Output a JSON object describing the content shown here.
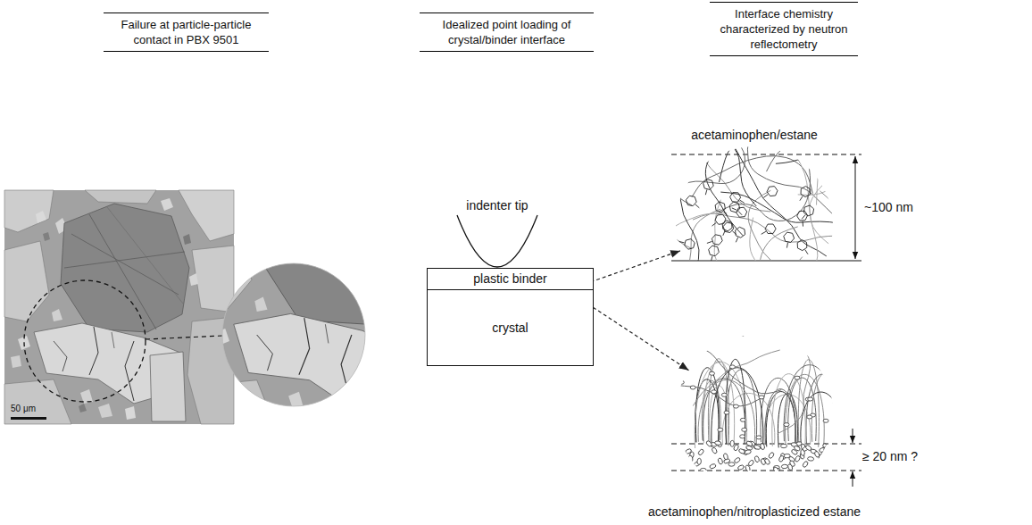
{
  "diagram": {
    "nodes": [
      {
        "text": [
          "indenter tip"
        ]
      },
      {
        "text": [
          "plastic binder"
        ]
      },
      {
        "text": [
          "crystal"
        ]
      },
      {
        "text": [
          "acetaminophen/estane"
        ]
      },
      {
        "text": [
          "acetaminophen/nitroplasticized estane"
        ]
      }
    ],
    "edges": [
      {
        "from": 1,
        "to": 3,
        "arrow": "to"
      },
      {
        "from": 1,
        "to": 4,
        "arrow": "to"
      }
    ],
    "labels": [
      "Failure at particle-particle contact in PBX 9501",
      "Idealized point loading of crystal/binder interface",
      "Interface chemistry characterized by neutron reflectometry",
      "50 μm",
      "~100 nm",
      "≥ 20 nm ?"
    ]
  }
}
